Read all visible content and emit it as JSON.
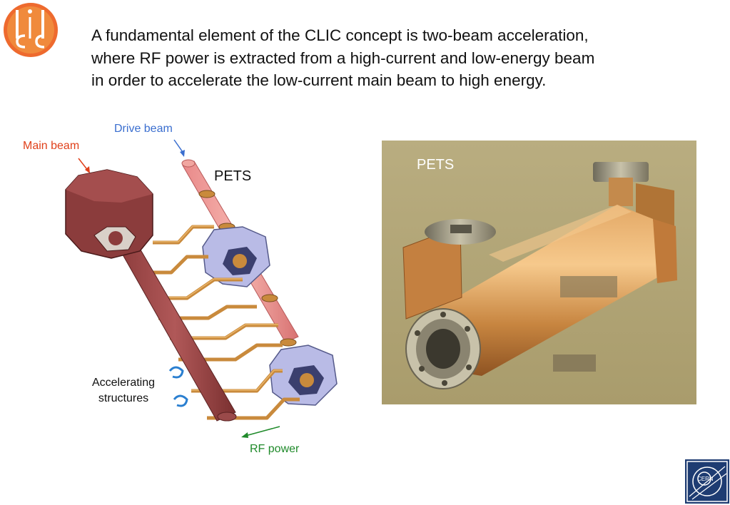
{
  "logo": {
    "text": "CLIC"
  },
  "intro": {
    "line1": "A fundamental element of the CLIC concept is two-beam acceleration,",
    "line2": "where RF power is extracted from a high-current and low-energy beam",
    "line3": "in order to accelerate the low-current main beam to high energy."
  },
  "diagram": {
    "drive_beam_label": "Drive beam",
    "main_beam_label": "Main beam",
    "pets_label": "PETS",
    "accelerating_label": "Accelerating structures",
    "rf_power_label": "RF power"
  },
  "photo": {
    "pets_label": "PETS"
  },
  "cern_logo": {
    "text": "CERN"
  },
  "colors": {
    "drive_beam": "#3a6ecf",
    "main_beam": "#e0401a",
    "rf_power": "#1f8a2a",
    "copper": "#c98a3c",
    "cern_blue": "#1e3c72"
  }
}
